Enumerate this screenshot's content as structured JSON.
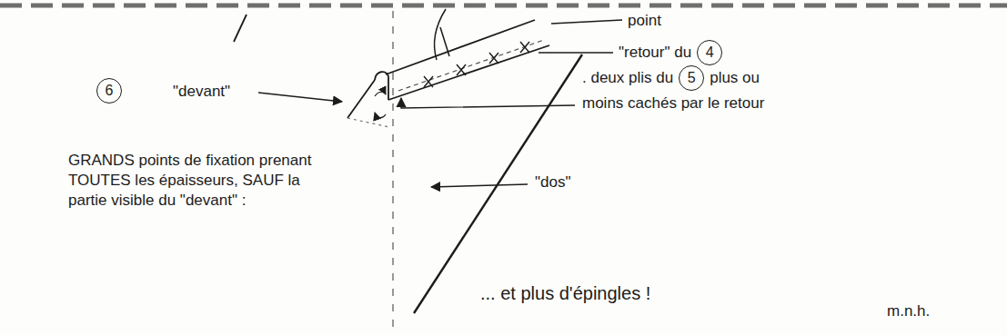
{
  "diagram": {
    "nodes": [
      {
        "text": [
          "6"
        ]
      },
      {
        "text": [
          "4"
        ]
      },
      {
        "text": [
          "5"
        ]
      }
    ],
    "labels": [
      "\"devant\"",
      "point",
      "\"retour\" du",
      ". deux plis du",
      "plus ou moins cachés par le retour",
      "\"dos\"",
      "GRANDS points de fixation prenant TOUTES les épaisseurs, SAUF la partie visible du \"devant\" :",
      "... et plus d'épingles !",
      "m.n.h."
    ]
  }
}
